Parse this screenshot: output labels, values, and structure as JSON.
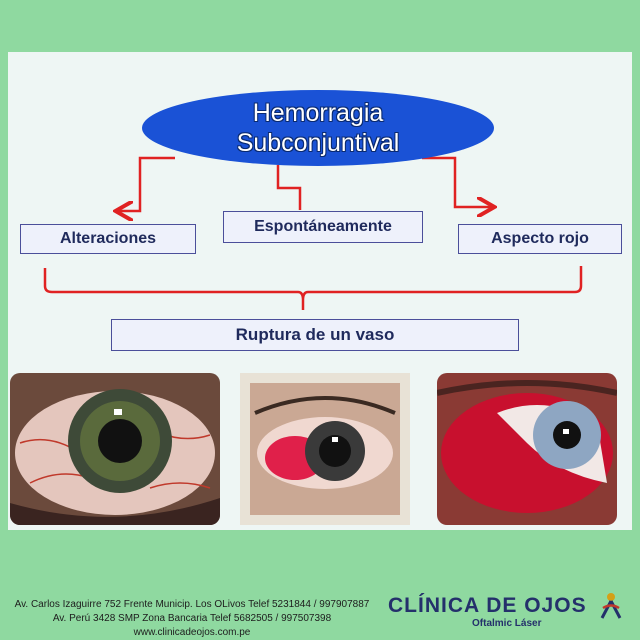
{
  "diagram": {
    "title_line1": "Hemorragia",
    "title_line2": "Subconjuntival",
    "nodes": {
      "alteraciones": "Alteraciones",
      "espontaneamente": "Espontáneamente",
      "aspecto_rojo": "Aspecto rojo",
      "ruptura": "Ruptura de un vaso"
    },
    "colors": {
      "ellipse": "#1a52d6",
      "connector": "#e02222",
      "box_border": "#4b4f9a",
      "background": "#8fd9a0"
    }
  },
  "footer": {
    "address_line1": "Av. Carlos Izaguirre 752 Frente Municip. Los OLivos Telef 5231844 / 997907887",
    "address_line2": "Av. Perú 3428 SMP Zona Bancaria Telef 5682505 / 997507398",
    "website": "www.clinicadeojos.com.pe"
  },
  "logo": {
    "name": "CLÍNICA DE OJOS",
    "subtitle": "Oftalmic Láser",
    "icon": "eye-person-icon"
  }
}
